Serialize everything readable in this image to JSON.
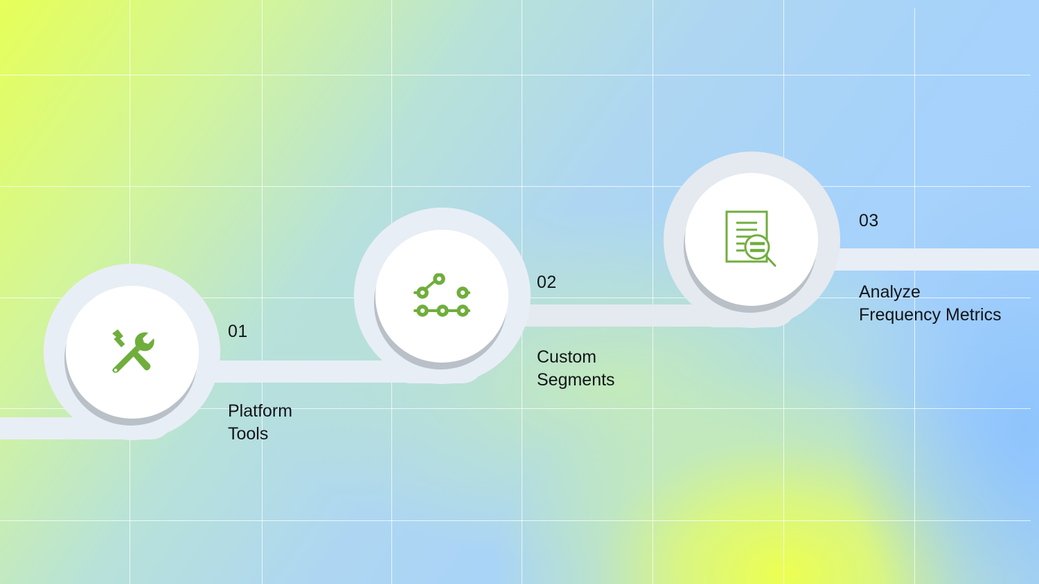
{
  "diagram": {
    "type": "process-steps",
    "colors": {
      "icon_green": "#6fae3c",
      "path": "#e8eef5",
      "node_fill": "#ffffff",
      "node_shadow": "#b9c0c7",
      "text": "#111418"
    },
    "steps": [
      {
        "number": "01",
        "label_line1": "Platform",
        "label_line2": "Tools",
        "icon": "tools-icon"
      },
      {
        "number": "02",
        "label_line1": "Custom",
        "label_line2": "Segments",
        "icon": "segments-nodes-icon"
      },
      {
        "number": "03",
        "label_line1": "Analyze",
        "label_line2": "Frequency Metrics",
        "icon": "document-search-icon"
      }
    ]
  }
}
